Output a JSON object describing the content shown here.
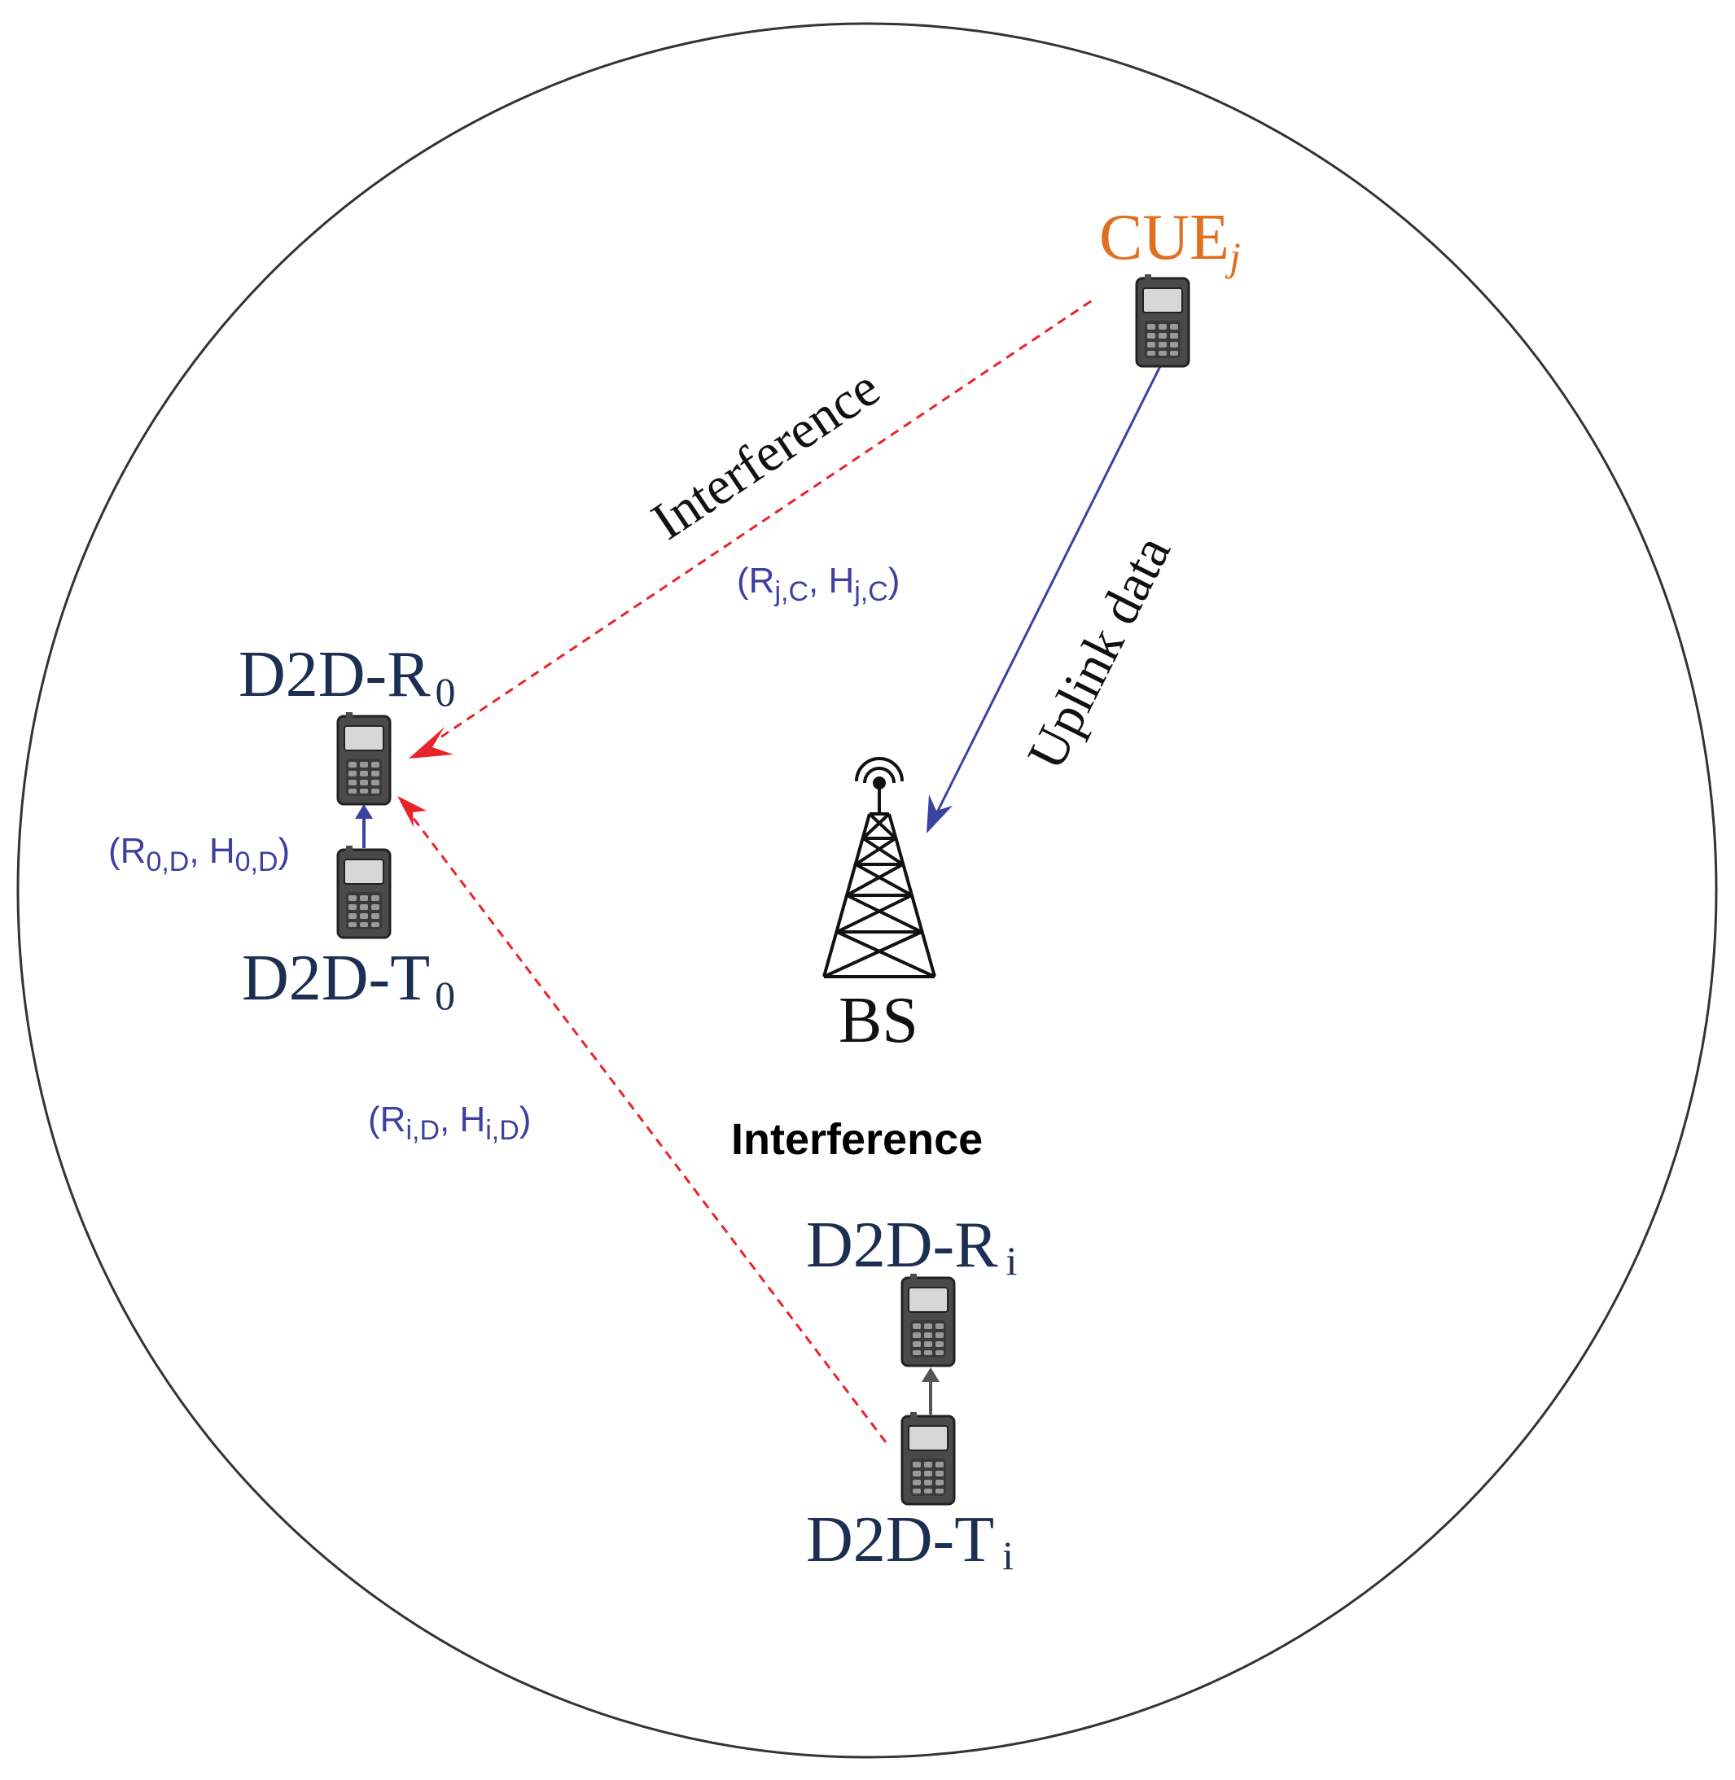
{
  "nodes": {
    "cue": {
      "label": "CUE",
      "sub": "j"
    },
    "bs": {
      "label": "BS"
    },
    "d2d_r0": {
      "label": "D2D-R",
      "sub": "0"
    },
    "d2d_t0": {
      "label": "D2D-T",
      "sub": "0"
    },
    "d2d_ri": {
      "label": "D2D-R",
      "sub": "i"
    },
    "d2d_ti": {
      "label": "D2D-T",
      "sub": "i"
    }
  },
  "links": {
    "interference_cue_label": "Interference",
    "uplink_label": "Uplink data",
    "interference_d2d_label": "Interference"
  },
  "params": {
    "cue_link": {
      "open": "(",
      "r": "R",
      "r_sub": "j,C",
      "sep": ", ",
      "h": "H",
      "h_sub": "j,C",
      "close": ")"
    },
    "d2d0_link": {
      "open": "(",
      "r": "R",
      "r_sub": "0,D",
      "sep": ", ",
      "h": "H",
      "h_sub": "0,D",
      "close": ")"
    },
    "d2di_link": {
      "open": "(",
      "r": "R",
      "r_sub": "i,D",
      "sep": ", ",
      "h": "H",
      "h_sub": "i,D",
      "close": ")"
    }
  },
  "colors": {
    "interference": "#e8232a",
    "uplink": "#3a43a0",
    "d2d_link": "#3a43a0",
    "cue_text": "#e0701f",
    "node_text": "#1c2e52",
    "param_text": "#3f3f9f"
  }
}
